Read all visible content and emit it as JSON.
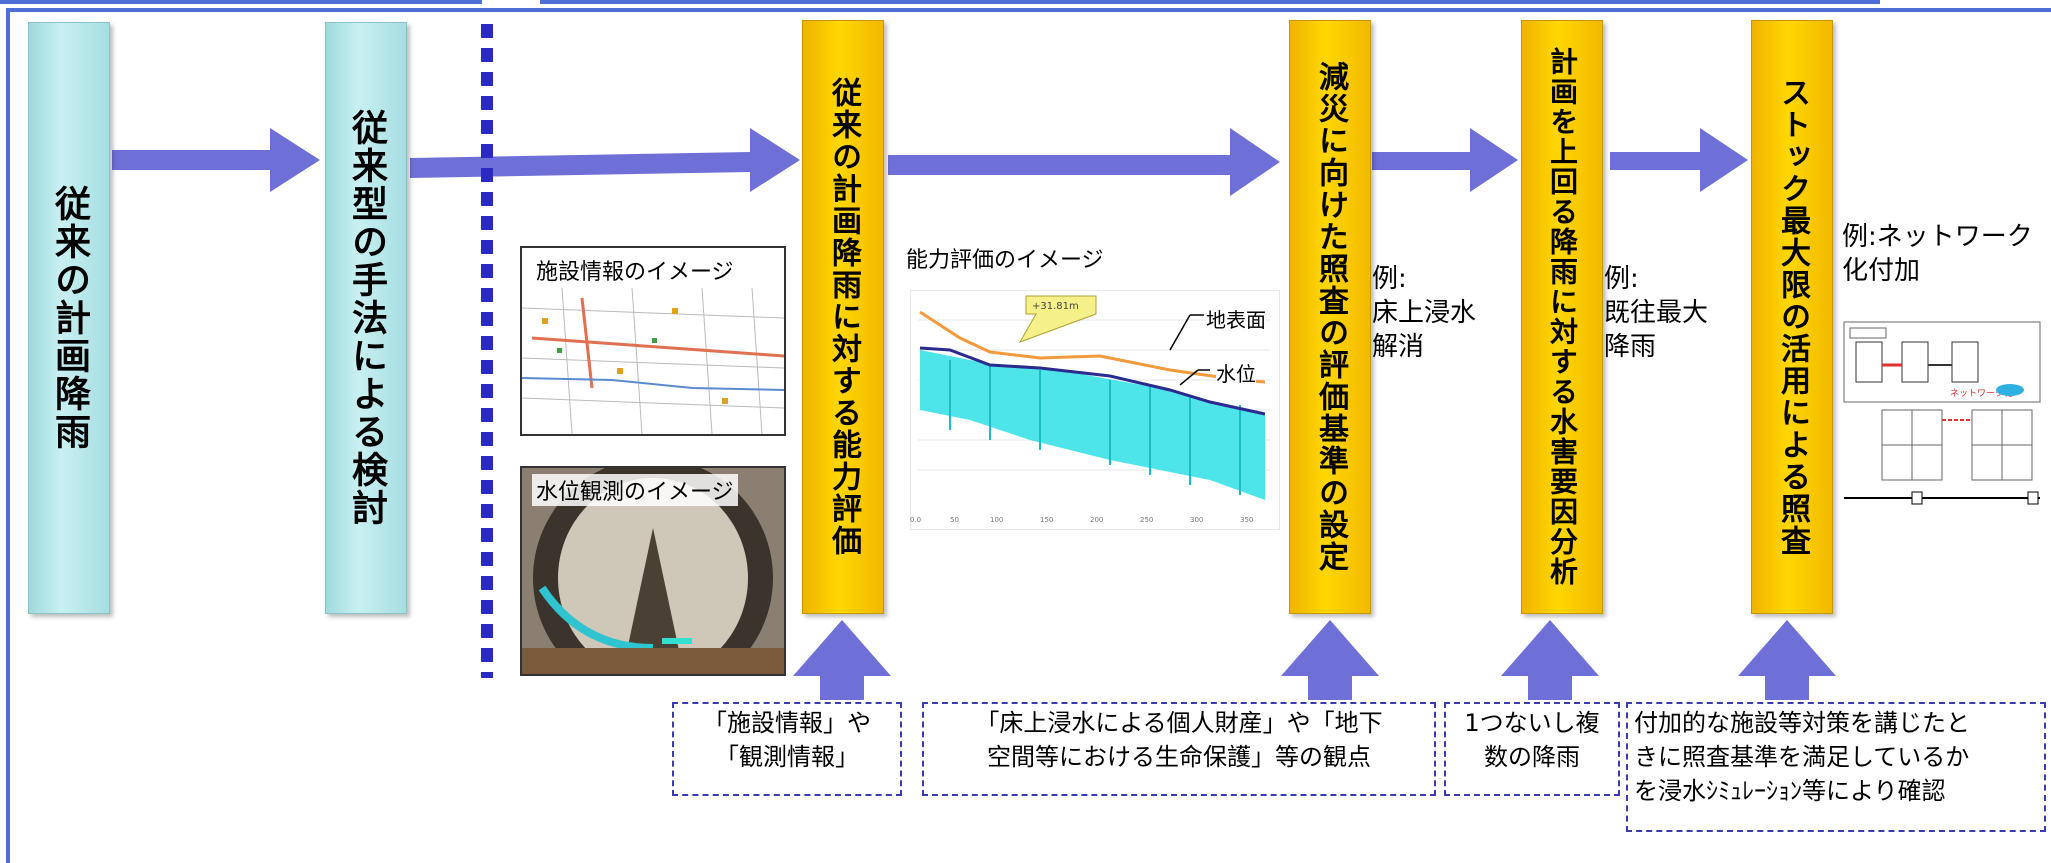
{
  "boxes": {
    "conventional_rainfall": "従来の計画降雨",
    "conventional_method": "従来型の手法による検討",
    "capacity_eval": "従来の計画降雨に対する能力評価",
    "criteria_setting": "減災に向けた照査の評価基準の設定",
    "factor_analysis": "計画を上回る降雨に対する水害要因分析",
    "stock_utilization": "ストック最大限の活用による照査"
  },
  "images": {
    "facility_label": "施設情報のイメージ",
    "water_level_label": "水位観測のイメージ"
  },
  "chart": {
    "title": "能力評価のイメージ",
    "legend_ground": "地表面",
    "legend_water": "水位",
    "callout": "+31.81m"
  },
  "examples": {
    "ex1_line1": "例:",
    "ex1_line2": "床上浸水",
    "ex1_line3": "解消",
    "ex2_line1": "例:",
    "ex2_line2": "既往最大",
    "ex2_line3": "降雨",
    "ex3_line1": "例:ネットワーク",
    "ex3_line2": "化付加",
    "network_label": "ネットワーク化"
  },
  "notes": {
    "n1_line1": "「施設情報」や",
    "n1_line2": "「観測情報」",
    "n2_line1": "「床上浸水による個人財産」や「地下",
    "n2_line2": "空間等における生命保護」等の観点",
    "n3_line1": "1つないし複",
    "n3_line2": "数の降雨",
    "n4_line1": "付加的な施設等対策を講じたと",
    "n4_line2": "きに照査基準を満足しているか",
    "n4_line3": "を浸水ｼﾐｭﾚｰｼｮﾝ等により確認"
  },
  "colors": {
    "arrow": "#6f6fd8",
    "gold": "#ffd200",
    "teal": "#bfeaee",
    "frame": "#4f6fd8",
    "ground_line": "#f39a3c",
    "water_line": "#2b2b8f",
    "water_fill": "#2fe0e6"
  }
}
